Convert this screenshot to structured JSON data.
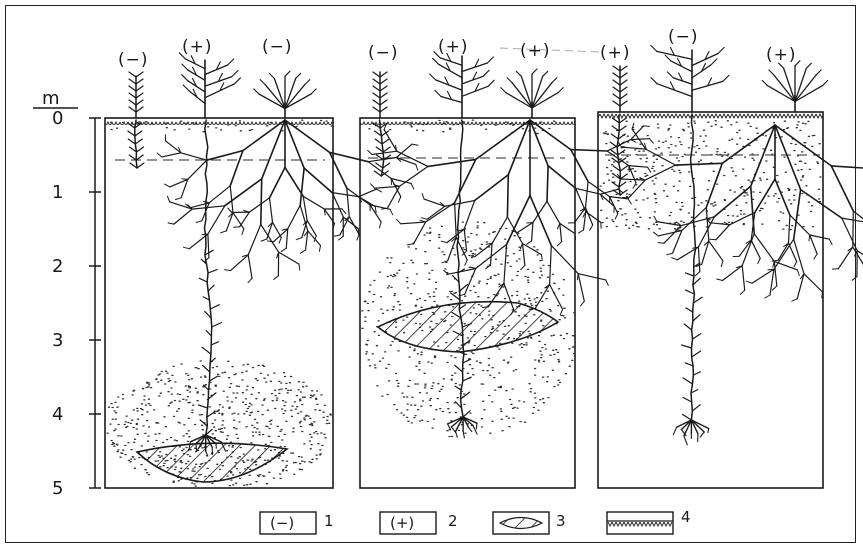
{
  "axis": {
    "unit": "m",
    "ticks": [
      "0",
      "1",
      "2",
      "3",
      "4",
      "5"
    ]
  },
  "panels": [
    {
      "signs": [
        "(−)",
        "(+)",
        "(−)"
      ]
    },
    {
      "signs": [
        "(−)",
        "(+)",
        "(+)"
      ]
    },
    {
      "signs": [
        "(+)",
        "(−)",
        "(+)"
      ]
    }
  ],
  "legend": [
    {
      "symbol": "(−)",
      "number": "1"
    },
    {
      "symbol": "(+)",
      "number": "2"
    },
    {
      "symbol": "hatched-lens",
      "number": "3"
    },
    {
      "symbol": "soil-surface",
      "number": "4"
    }
  ],
  "colors": {
    "ink": "#1a1a1a",
    "paper": "#ffffff"
  }
}
